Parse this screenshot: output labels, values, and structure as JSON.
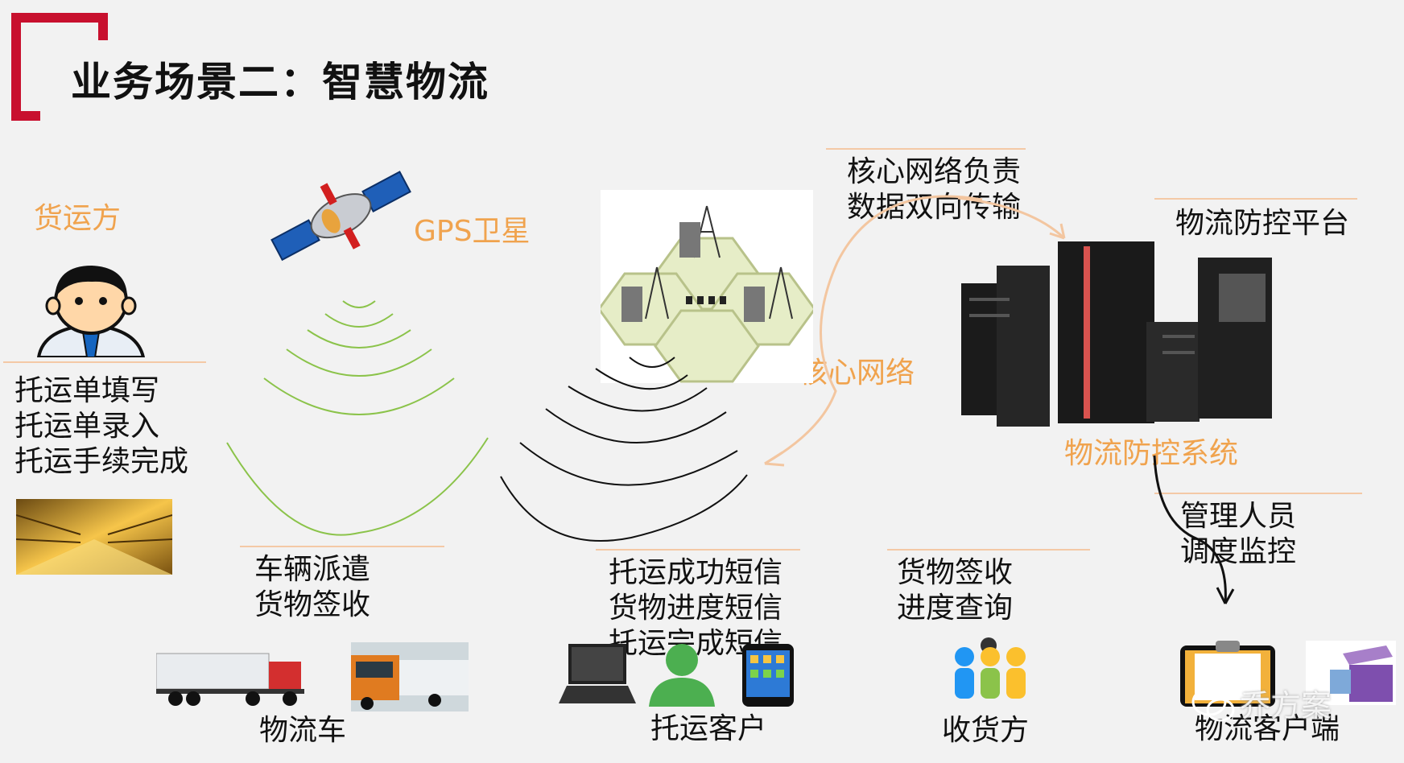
{
  "title": "业务场景二：智慧物流",
  "labels": {
    "shipper": "货运方",
    "gps_satellite": "GPS卫星",
    "core_network_duty": [
      "核心网络负责",
      "数据双向传输"
    ],
    "control_platform": "物流防控平台",
    "core_network": "核心网络",
    "control_system": "物流防控系统",
    "shipper_steps": [
      "托运单填写",
      "托运单录入",
      "托运手续完成"
    ],
    "vehicle_steps": [
      "车辆派遣",
      "货物签收"
    ],
    "sms_steps": [
      "托运成功短信",
      "货物进度短信",
      "托运完成短信"
    ],
    "receiver_steps": [
      "货物签收",
      "进度查询"
    ],
    "manager_steps": [
      "管理人员",
      "调度监控"
    ],
    "logistics_truck": "物流车",
    "consignor_client": "托运客户",
    "receiver": "收货方",
    "logistics_client": "物流客户端"
  },
  "watermark": "乔方案",
  "colors": {
    "accent_red": "#c8102e",
    "orange": "#f0a34e",
    "green_wave": "#8bc34a",
    "black_wave": "#111111",
    "divider": "#f4c9a6"
  }
}
